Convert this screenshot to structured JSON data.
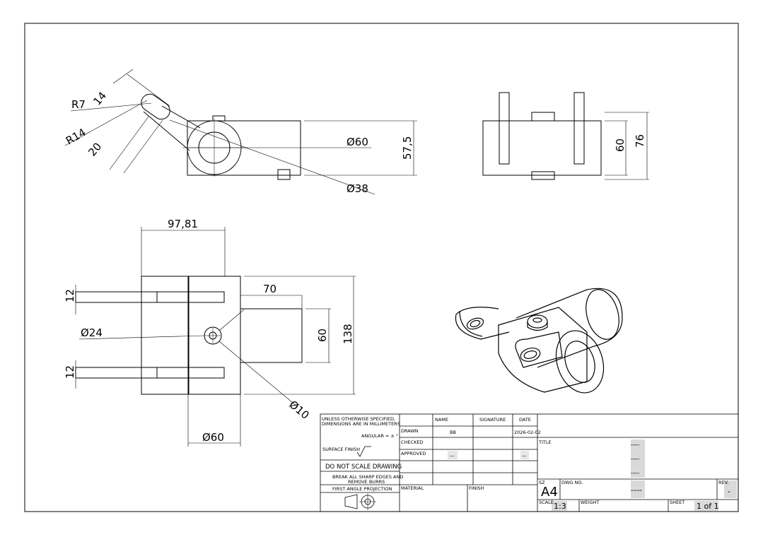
{
  "views": {
    "front": {
      "dims": {
        "r7": "R7",
        "w14": "14",
        "r14": "R14",
        "w20": "20",
        "dia60": "Ø60",
        "h575": "57,5",
        "dia38": "Ø38"
      }
    },
    "side": {
      "dims": {
        "h60": "60",
        "h76": "76"
      }
    },
    "top": {
      "dims": {
        "w9781": "97,81",
        "w12a": "12",
        "w70": "70",
        "dia24": "Ø24",
        "h60": "60",
        "h138": "138",
        "w12b": "12",
        "dia10": "Ø10",
        "dia60": "Ø60"
      }
    }
  },
  "title_block": {
    "general_tolerance": "UNLESS OTHERWISE SPECIFIED, DIMENSIONS ARE IN MILLIMETERS",
    "angular": "ANGULAR = ± °",
    "surface_finish": "SURFACE FINISH",
    "do_not_scale": "DO NOT SCALE DRAWING",
    "break_edges_1": "BREAK ALL SHARP EDGES AND",
    "break_edges_2": "REMOVE BURRS",
    "projection": "FIRST ANGLE PROJECTION",
    "headers": {
      "name": "NAME",
      "signature": "SIGNATURE",
      "date": "DATE"
    },
    "rows": {
      "drawn": "DRAWN",
      "checked": "CHECKED",
      "approved": "APPROVED"
    },
    "drawn_name": "BB",
    "drawn_date": "2026-02-02",
    "approved_name": "—",
    "approved_date": "—",
    "material_label": "MATERIAL",
    "finish_label": "FINISH",
    "title_label": "TITLE",
    "title_line1": "----",
    "title_line2": "----",
    "title_line3": "----",
    "size": "A4",
    "size_label": "SZ",
    "dwg_label": "DWG NO.",
    "dwg_no": "----",
    "rev_label": "REV.",
    "rev": "-",
    "scale_label": "SCALE",
    "scale": "1:3",
    "weight_label": "WEIGHT",
    "sheet_label": "SHEET",
    "sheet": "1 of 1"
  }
}
